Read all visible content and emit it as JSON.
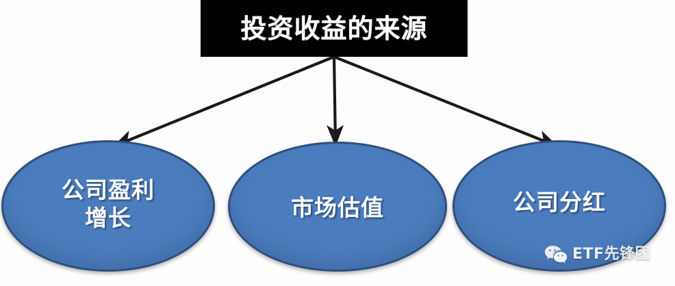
{
  "diagram": {
    "type": "hierarchy-flowchart",
    "title_node": {
      "label": "投资收益的来源",
      "fill_color": "#000000",
      "text_color": "#ffffff"
    },
    "child_nodes": [
      {
        "id": "earnings-growth",
        "label": "公司盈利\n增长",
        "shape": "ellipse",
        "fill_color": "#4b7cbd",
        "border_color": "#2f4f7c",
        "text_color": "#ffffff"
      },
      {
        "id": "market-valuation",
        "label": "市场估值",
        "shape": "ellipse",
        "fill_color": "#4b7cbd",
        "border_color": "#2f4f7c",
        "text_color": "#ffffff"
      },
      {
        "id": "company-dividend",
        "label": "公司分红",
        "shape": "ellipse",
        "fill_color": "#4b7cbd",
        "border_color": "#2f4f7c",
        "text_color": "#ffffff"
      }
    ],
    "connectors": [
      {
        "from": "title-node",
        "to": "earnings-growth",
        "style": "arrow",
        "color": "#1a1a1a"
      },
      {
        "from": "title-node",
        "to": "market-valuation",
        "style": "arrow",
        "color": "#1a1a1a"
      },
      {
        "from": "title-node",
        "to": "company-dividend",
        "style": "arrow",
        "color": "#1a1a1a"
      }
    ]
  },
  "watermark": {
    "icon": "wechat-icon",
    "text": "ETF先锋团"
  }
}
